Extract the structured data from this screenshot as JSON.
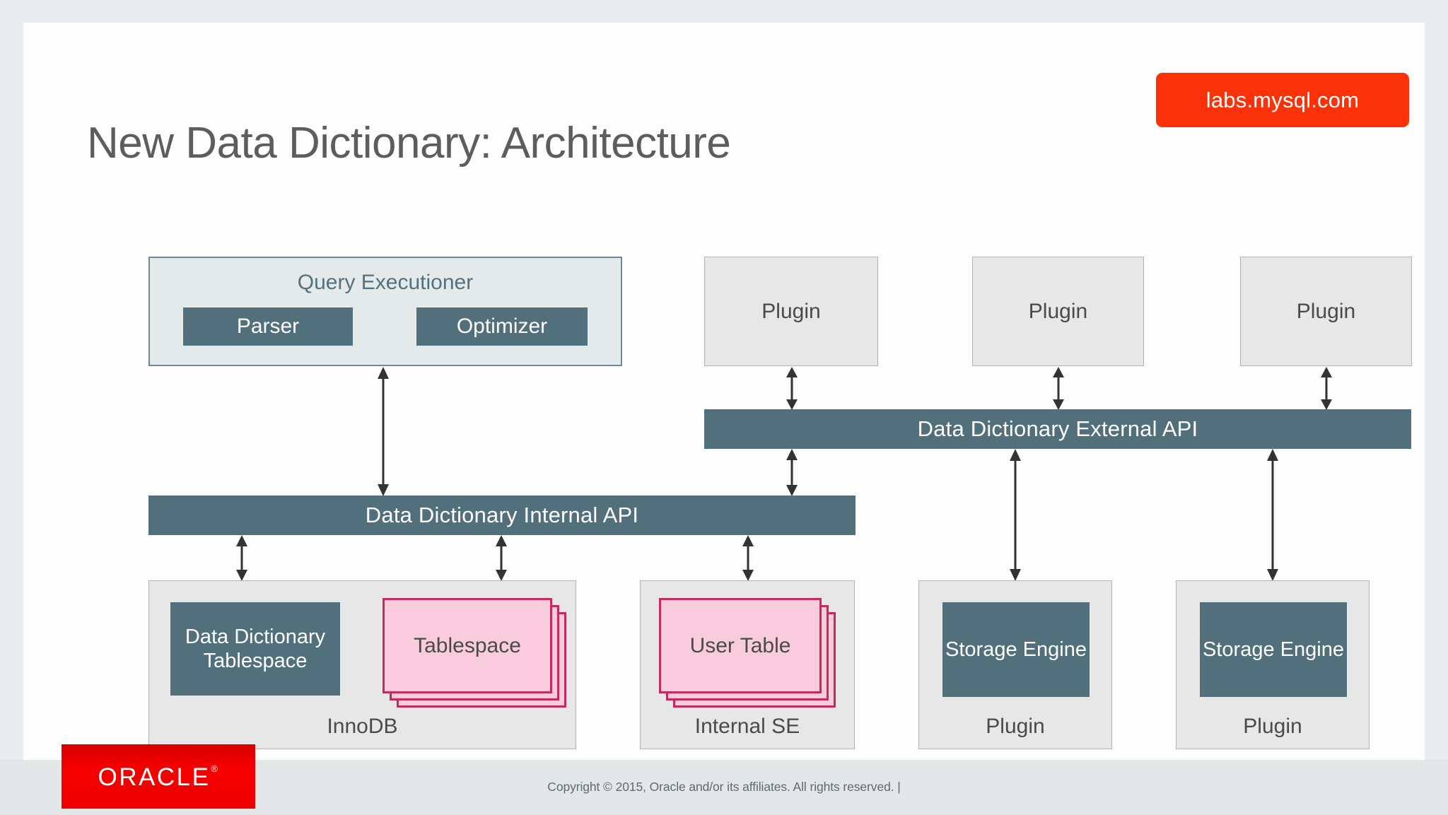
{
  "slide": {
    "title": "New Data Dictionary: Architecture",
    "badge_label": "labs.mysql.com",
    "badge_color": "#fa3109",
    "accent_slate": "#52707c",
    "accent_pink": "#f8ccdc",
    "accent_pink_border": "#c42a5e"
  },
  "diagram": {
    "query_executioner": {
      "title": "Query Executioner",
      "parser_label": "Parser",
      "optimizer_label": "Optimizer"
    },
    "top_plugins": [
      {
        "label": "Plugin"
      },
      {
        "label": "Plugin"
      },
      {
        "label": "Plugin"
      }
    ],
    "external_api_label": "Data Dictionary External API",
    "internal_api_label": "Data Dictionary Internal API",
    "engines": [
      {
        "container_label": "InnoDB",
        "dark_box_label": "Data Dictionary Tablespace",
        "card_label": "Tablespace"
      },
      {
        "container_label": "Internal SE",
        "card_label": "User Table"
      },
      {
        "container_label": "Plugin",
        "dark_box_label": "Storage Engine"
      },
      {
        "container_label": "Plugin",
        "dark_box_label": "Storage Engine"
      }
    ]
  },
  "footer": {
    "logo_text": "ORACLE",
    "logo_mark": "®",
    "copyright": "Copyright © 2015, Oracle and/or its affiliates. All rights reserved.  |"
  }
}
